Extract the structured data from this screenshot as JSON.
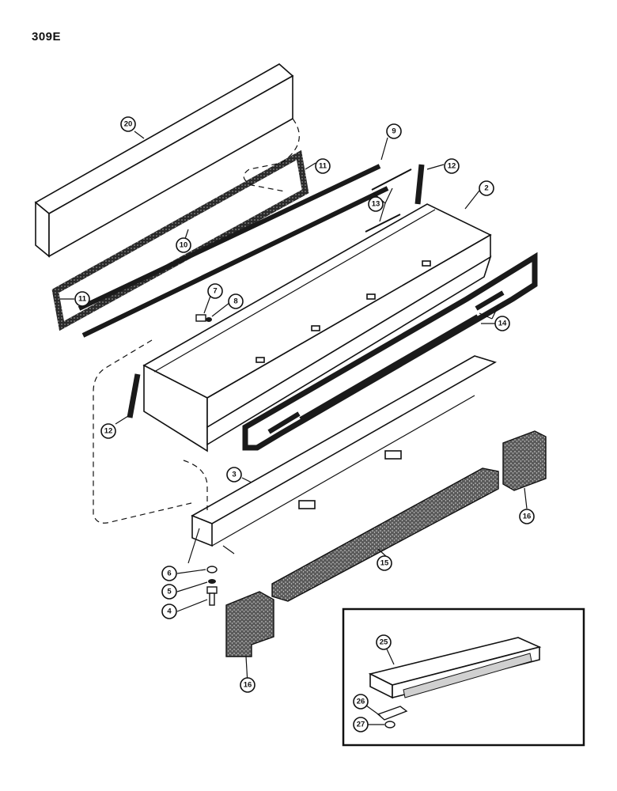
{
  "page_label": "309E",
  "callouts": {
    "c20": "20",
    "c9": "9",
    "c11a": "11",
    "c12a": "12",
    "c2": "2",
    "c13": "13",
    "c10": "10",
    "c7": "7",
    "c8": "8",
    "c11b": "11",
    "c14": "14",
    "c12b": "12",
    "c3": "3",
    "c16a": "16",
    "c15": "15",
    "c6": "6",
    "c5": "5",
    "c4": "4",
    "c16b": "16",
    "c25": "25",
    "c26": "26",
    "c27": "27"
  },
  "colors": {
    "ink": "#111111",
    "paper": "#ffffff"
  }
}
